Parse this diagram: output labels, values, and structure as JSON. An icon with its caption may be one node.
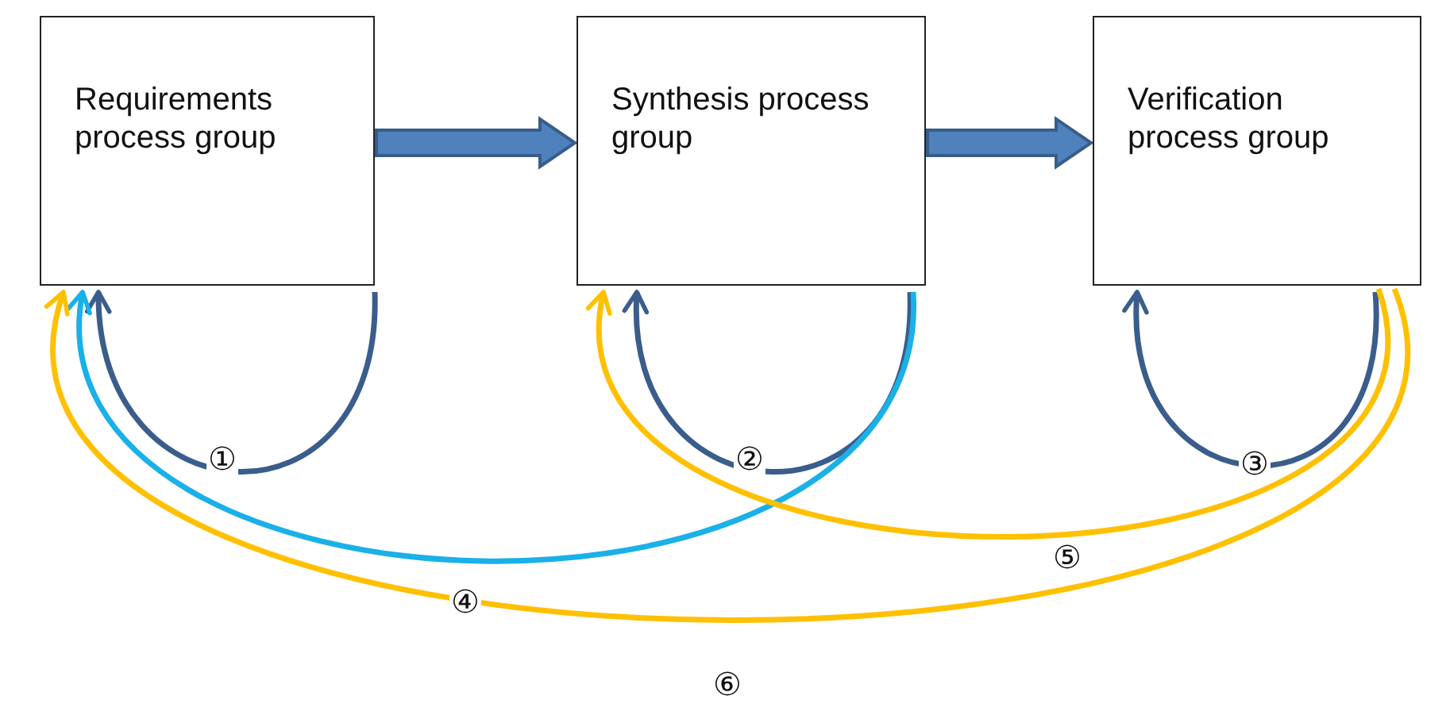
{
  "diagram": {
    "nodes": [
      {
        "text": [
          "Requirements process group"
        ]
      },
      {
        "text": [
          "Synthesis process group"
        ]
      },
      {
        "text": [
          "Verification process group"
        ]
      }
    ],
    "edges": [
      {
        "from": 0,
        "to": 1,
        "arrow": "to",
        "style": "thick"
      },
      {
        "from": 1,
        "to": 2,
        "arrow": "to",
        "style": "thick"
      },
      {
        "from": 0,
        "to": 0,
        "arrow": "to",
        "label": "①"
      },
      {
        "from": 1,
        "to": 1,
        "arrow": "to",
        "label": "②"
      },
      {
        "from": 2,
        "to": 2,
        "arrow": "to",
        "label": "③"
      },
      {
        "from": 1,
        "to": 0,
        "arrow": "to",
        "label": "④",
        "color": "#1ab0e8"
      },
      {
        "from": 2,
        "to": 1,
        "arrow": "to",
        "label": "⑤",
        "color": "#ffc000"
      },
      {
        "from": 2,
        "to": 0,
        "arrow": "to",
        "label": "⑥",
        "color": "#ffc000"
      }
    ]
  }
}
